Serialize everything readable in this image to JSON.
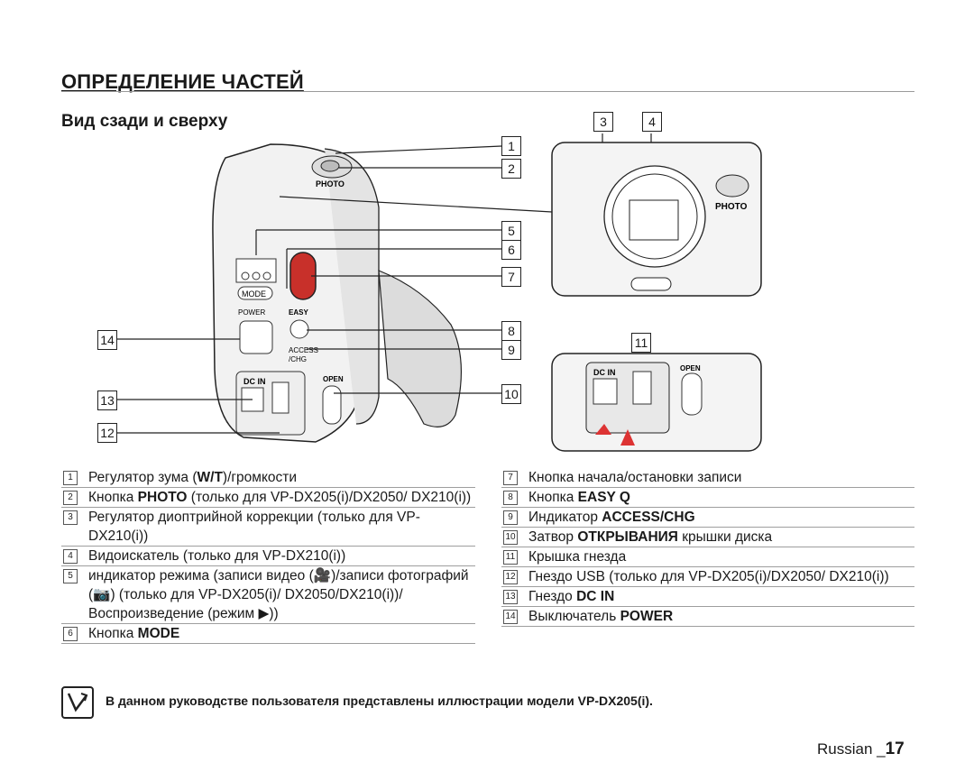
{
  "header": {
    "title": "ОПРЕДЕЛЕНИЕ ЧАСТЕЙ",
    "subtitle": "Вид сзади и сверху"
  },
  "callouts": [
    "1",
    "2",
    "3",
    "4",
    "5",
    "6",
    "7",
    "8",
    "9",
    "10",
    "11",
    "12",
    "13",
    "14"
  ],
  "device_labels": {
    "photo": "PHOTO",
    "mode": "MODE",
    "power": "POWER",
    "easy": "EASY",
    "access": "ACCESS",
    "chg": "/CHG",
    "dcin": "DC IN",
    "open": "OPEN"
  },
  "left_list": [
    {
      "n": "1",
      "pre": "Регулятор зума (",
      "bold": "W/T",
      "post": ")/громкости"
    },
    {
      "n": "2",
      "pre": "Кнопка ",
      "bold": "PHOTO",
      "post": " (только для VP-DX205(i)/DX2050/ DX210(i))"
    },
    {
      "n": "3",
      "pre": "Регулятор диоптрийной коррекции (только для VP-DX210(i))",
      "bold": "",
      "post": ""
    },
    {
      "n": "4",
      "pre": "Видоискатель (только для VP-DX210(i))",
      "bold": "",
      "post": ""
    },
    {
      "n": "5",
      "pre": "индикатор режима (записи видео (🎥)/записи фотографий (📷) (только для VP-DX205(i)/ DX2050/DX210(i))/Воспроизведение (режим ▶))",
      "bold": "",
      "post": ""
    },
    {
      "n": "6",
      "pre": "Кнопка ",
      "bold": "MODE",
      "post": ""
    }
  ],
  "right_list": [
    {
      "n": "7",
      "pre": "Кнопка начала/остановки записи",
      "bold": "",
      "post": ""
    },
    {
      "n": "8",
      "pre": "Кнопка ",
      "bold": "EASY Q",
      "post": ""
    },
    {
      "n": "9",
      "pre": "Индикатор ",
      "bold": "ACCESS/CHG",
      "post": ""
    },
    {
      "n": "10",
      "pre": "Затвор ",
      "bold": "ОТКРЫВАНИЯ",
      "post": " крышки диска"
    },
    {
      "n": "11",
      "pre": "Крышка гнезда",
      "bold": "",
      "post": ""
    },
    {
      "n": "12",
      "pre": "Гнездо USB (только для VP-DX205(i)/DX2050/ DX210(i))",
      "bold": "",
      "post": ""
    },
    {
      "n": "13",
      "pre": "Гнездо ",
      "bold": "DC IN",
      "post": ""
    },
    {
      "n": "14",
      "pre": "Выключатель ",
      "bold": "POWER",
      "post": ""
    }
  ],
  "note": "В данном руководстве пользователя представлены иллюстрации модели VP-DX205(i).",
  "footer": {
    "lang": "Russian _",
    "page": "17"
  }
}
